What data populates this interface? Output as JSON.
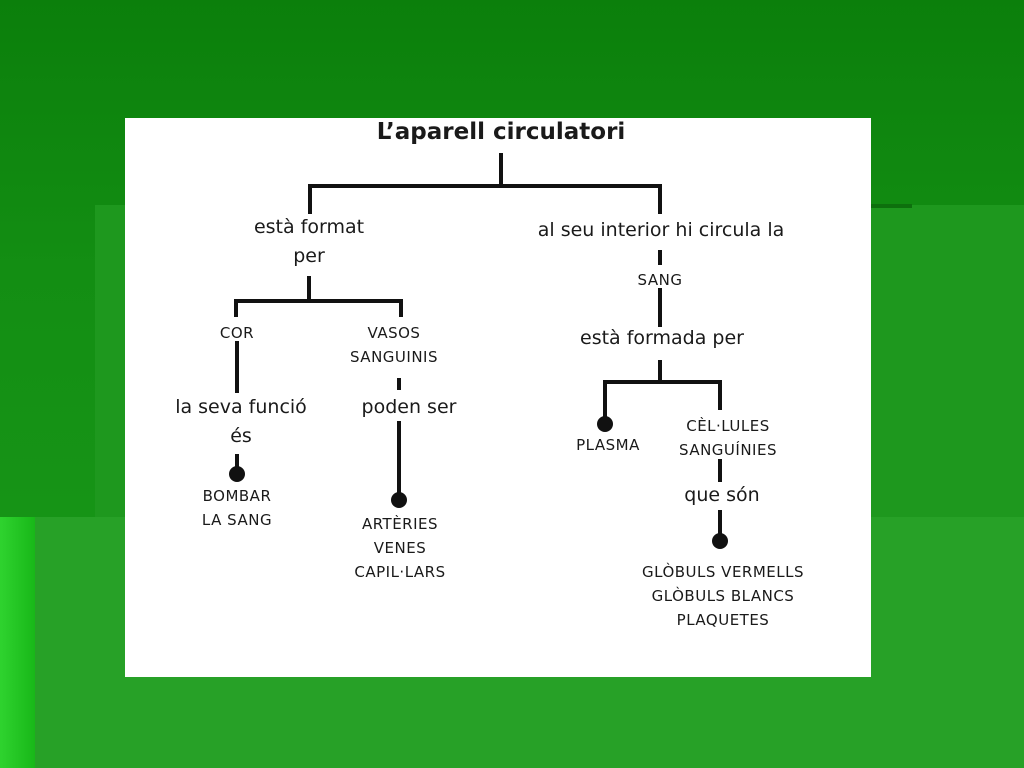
{
  "diagram": {
    "title": "L’aparell circulatori",
    "left_link": [
      "està format",
      "per"
    ],
    "right_link": "al seu interior hi circula la",
    "sang": "SANG",
    "cor": "COR",
    "vasos": [
      "VASOS",
      "SANGUINIS"
    ],
    "cor_link": [
      "la seva funció",
      "és"
    ],
    "vasos_link": "poden ser",
    "cor_result": [
      "BOMBAR",
      "LA SANG"
    ],
    "vasos_result": [
      "ARTÈRIES",
      "VENES",
      "CAPIL·LARS"
    ],
    "sang_link": "està formada per",
    "plasma": "PLASMA",
    "cellules": [
      "CÈL·LULES",
      "SANGUÍNIES"
    ],
    "cellules_link": "que són",
    "cellules_result": [
      "GLÒBULS VERMELLS",
      "GLÒBULS BLANCS",
      "PLAQUETES"
    ]
  }
}
